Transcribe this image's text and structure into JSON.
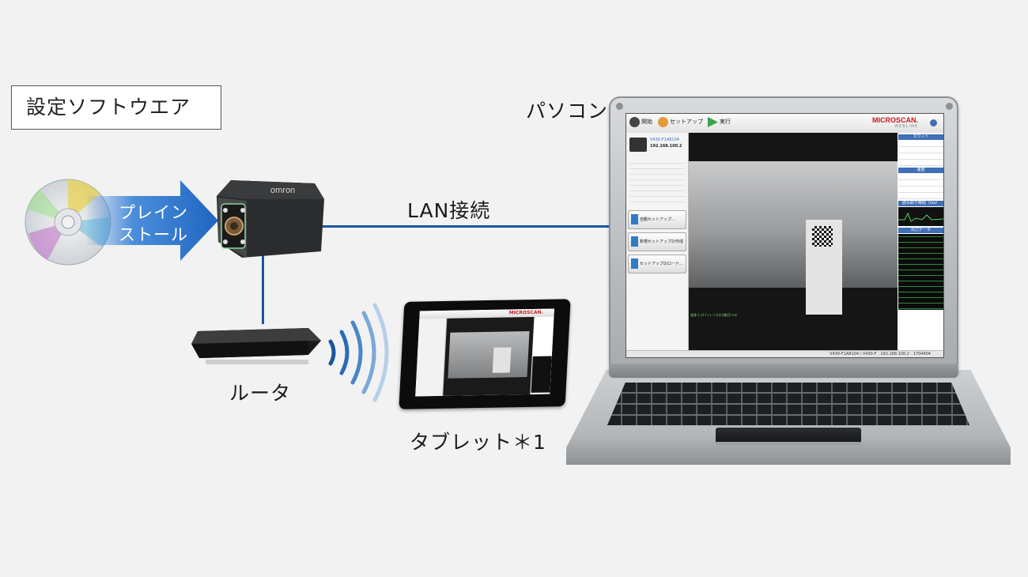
{
  "labels": {
    "setting_software": "設定ソフトウエア",
    "install_line1": "プレイン",
    "install_line2": "ストール",
    "lan": "LAN接続",
    "router": "ルータ",
    "tablet": "タブレット＊1",
    "pc": "パソコン"
  },
  "camera": {
    "brand": "omron"
  },
  "webui": {
    "breadcrumb": [
      "開始",
      "セットアップ",
      "実行"
    ],
    "brand": "MICROSCAN.",
    "brand_sub": "WEBLINK",
    "device_name": "V430-F1A8104",
    "device_ip": "192.168.100.2",
    "sidebar_buttons": [
      "自動セットアップ...",
      "新規セットアップの作成",
      "セットアップのロード..."
    ],
    "right_headers": [
      "カウント",
      "速度",
      "読み取り時間（ms）",
      "出力データ"
    ],
    "viewer_caption": "画像 1 of 1 (トリガの3番目) ms",
    "status_text": "V430-F1A8104 / V430-F : 192.168.100.2 · 1704404"
  },
  "colors": {
    "connection_line": "#1a56a0",
    "arrow": "#2d7cd6",
    "brand_red": "#c8191e"
  }
}
